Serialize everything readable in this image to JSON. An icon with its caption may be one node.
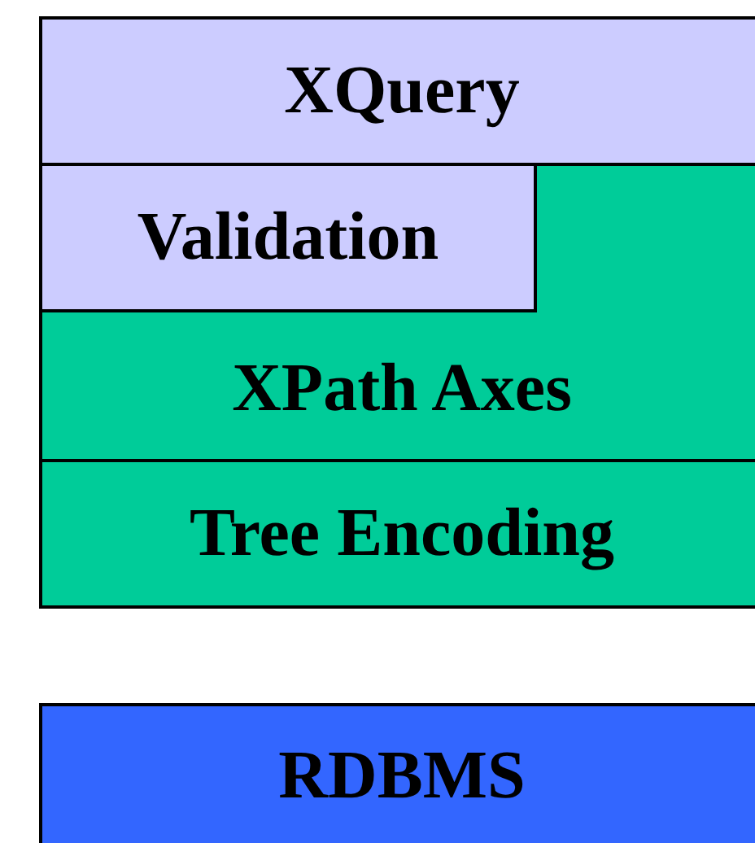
{
  "diagram": {
    "nodes": [
      {
        "text": [
          "XQuery"
        ]
      },
      {
        "text": [
          "XPath Axes"
        ]
      },
      {
        "text": [
          "Validation"
        ],
        "in": 1
      },
      {
        "text": [
          "Tree Encoding"
        ]
      },
      {
        "text": [
          "RDBMS"
        ]
      }
    ]
  }
}
